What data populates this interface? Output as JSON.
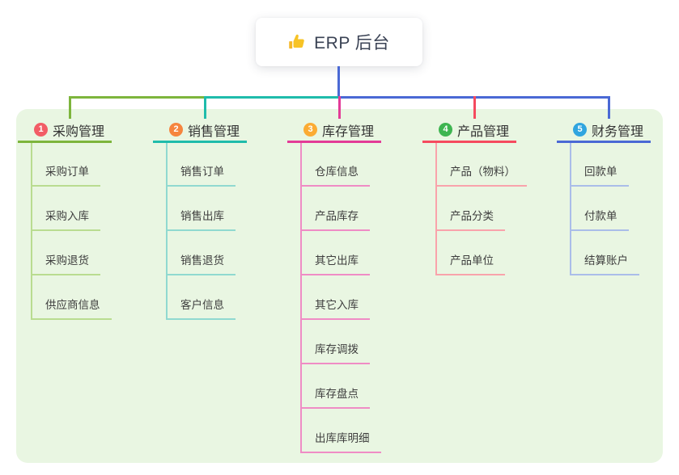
{
  "root": {
    "label": "ERP 后台",
    "icon": "thumbs-up-icon",
    "line_color": "#4a69d5"
  },
  "canvas": {
    "page_bg": "#ffffff",
    "panel_bg": "#e9f6e2",
    "header_text_color": "#333333",
    "child_text_color": "#3e3e3e"
  },
  "branches": [
    {
      "badge": "1",
      "badge_color": "#f25d66",
      "title": "采购管理",
      "color": "#7db53c",
      "light_color": "#b9dc90",
      "children": [
        "采购订单",
        "采购入库",
        "采购退货",
        "供应商信息"
      ]
    },
    {
      "badge": "2",
      "badge_color": "#f6853e",
      "title": "销售管理",
      "color": "#1fbcab",
      "light_color": "#90d9d0",
      "children": [
        "销售订单",
        "销售出库",
        "销售退货",
        "客户信息"
      ]
    },
    {
      "badge": "3",
      "badge_color": "#fbab33",
      "title": "库存管理",
      "color": "#e33b97",
      "light_color": "#ef8cc5",
      "children": [
        "仓库信息",
        "产品库存",
        "其它出库",
        "其它入库",
        "库存调拨",
        "库存盘点",
        "出库库明细"
      ]
    },
    {
      "badge": "4",
      "badge_color": "#3eb551",
      "title": "产品管理",
      "color": "#f54a5e",
      "light_color": "#f9a3ab",
      "children": [
        "产品（物料）",
        "产品分类",
        "产品单位"
      ]
    },
    {
      "badge": "5",
      "badge_color": "#30a5df",
      "title": "财务管理",
      "color": "#4a69d5",
      "light_color": "#aabde9",
      "children": [
        "回款单",
        "付款单",
        "结算账户"
      ]
    }
  ]
}
